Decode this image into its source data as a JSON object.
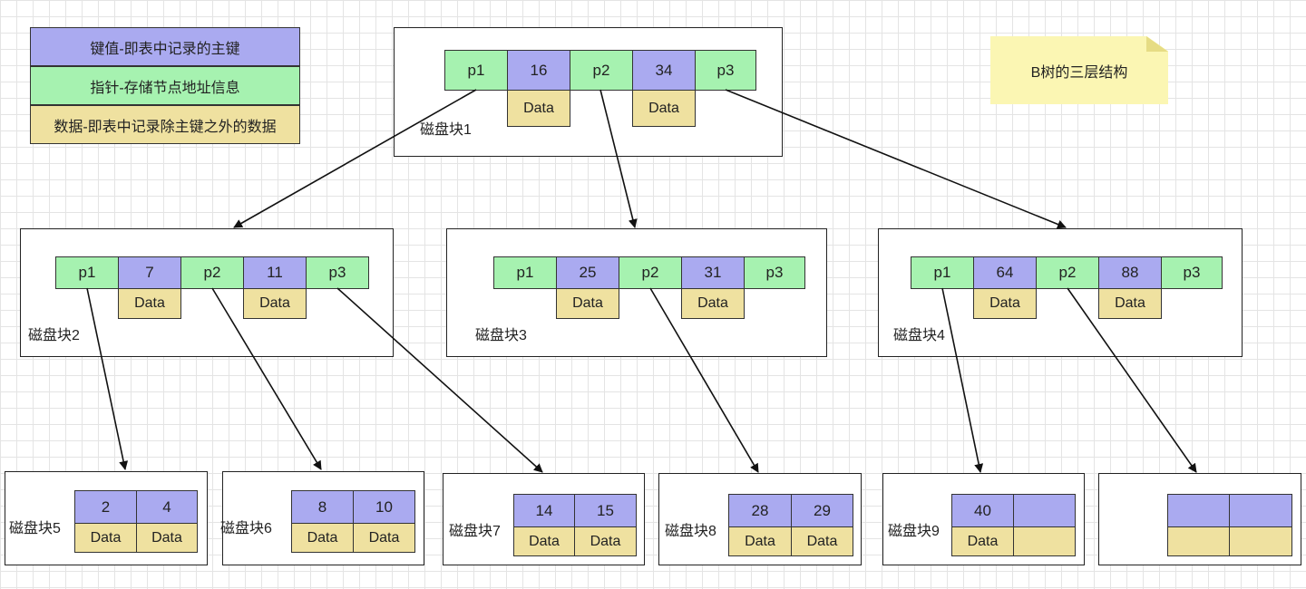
{
  "legend": {
    "key_desc": "键值-即表中记录的主键",
    "pointer_desc": "指针-存储节点地址信息",
    "data_desc": "数据-即表中记录除主键之外的数据"
  },
  "note": "B树的三层结构",
  "colors": {
    "pointer": "#a6f2b0",
    "key": "#aaaaf0",
    "data": "#efe1a0",
    "note": "#fbf6b3"
  },
  "blocks": {
    "b1": {
      "label": "磁盘块1",
      "pointers": [
        "p1",
        "p2",
        "p3"
      ],
      "keys": [
        "16",
        "34"
      ],
      "data": [
        "Data",
        "Data"
      ]
    },
    "b2": {
      "label": "磁盘块2",
      "pointers": [
        "p1",
        "p2",
        "p3"
      ],
      "keys": [
        "7",
        "11"
      ],
      "data": [
        "Data",
        "Data"
      ]
    },
    "b3": {
      "label": "磁盘块3",
      "pointers": [
        "p1",
        "p2",
        "p3"
      ],
      "keys": [
        "25",
        "31"
      ],
      "data": [
        "Data",
        "Data"
      ]
    },
    "b4": {
      "label": "磁盘块4",
      "pointers": [
        "p1",
        "p2",
        "p3"
      ],
      "keys": [
        "64",
        "88"
      ],
      "data": [
        "Data",
        "Data"
      ]
    },
    "b5": {
      "label": "磁盘块5",
      "keys": [
        "2",
        "4"
      ],
      "data": [
        "Data",
        "Data"
      ]
    },
    "b6": {
      "label": "磁盘块6",
      "keys": [
        "8",
        "10"
      ],
      "data": [
        "Data",
        "Data"
      ]
    },
    "b7": {
      "label": "磁盘块7",
      "keys": [
        "14",
        "15"
      ],
      "data": [
        "Data",
        "Data"
      ]
    },
    "b8": {
      "label": "磁盘块8",
      "keys": [
        "28",
        "29"
      ],
      "data": [
        "Data",
        "Data"
      ]
    },
    "b9": {
      "label": "磁盘块9",
      "keys": [
        "40",
        ""
      ],
      "data": [
        "Data",
        ""
      ]
    },
    "b10": {
      "label": "",
      "keys": [
        "",
        ""
      ],
      "data": [
        "",
        ""
      ]
    }
  }
}
